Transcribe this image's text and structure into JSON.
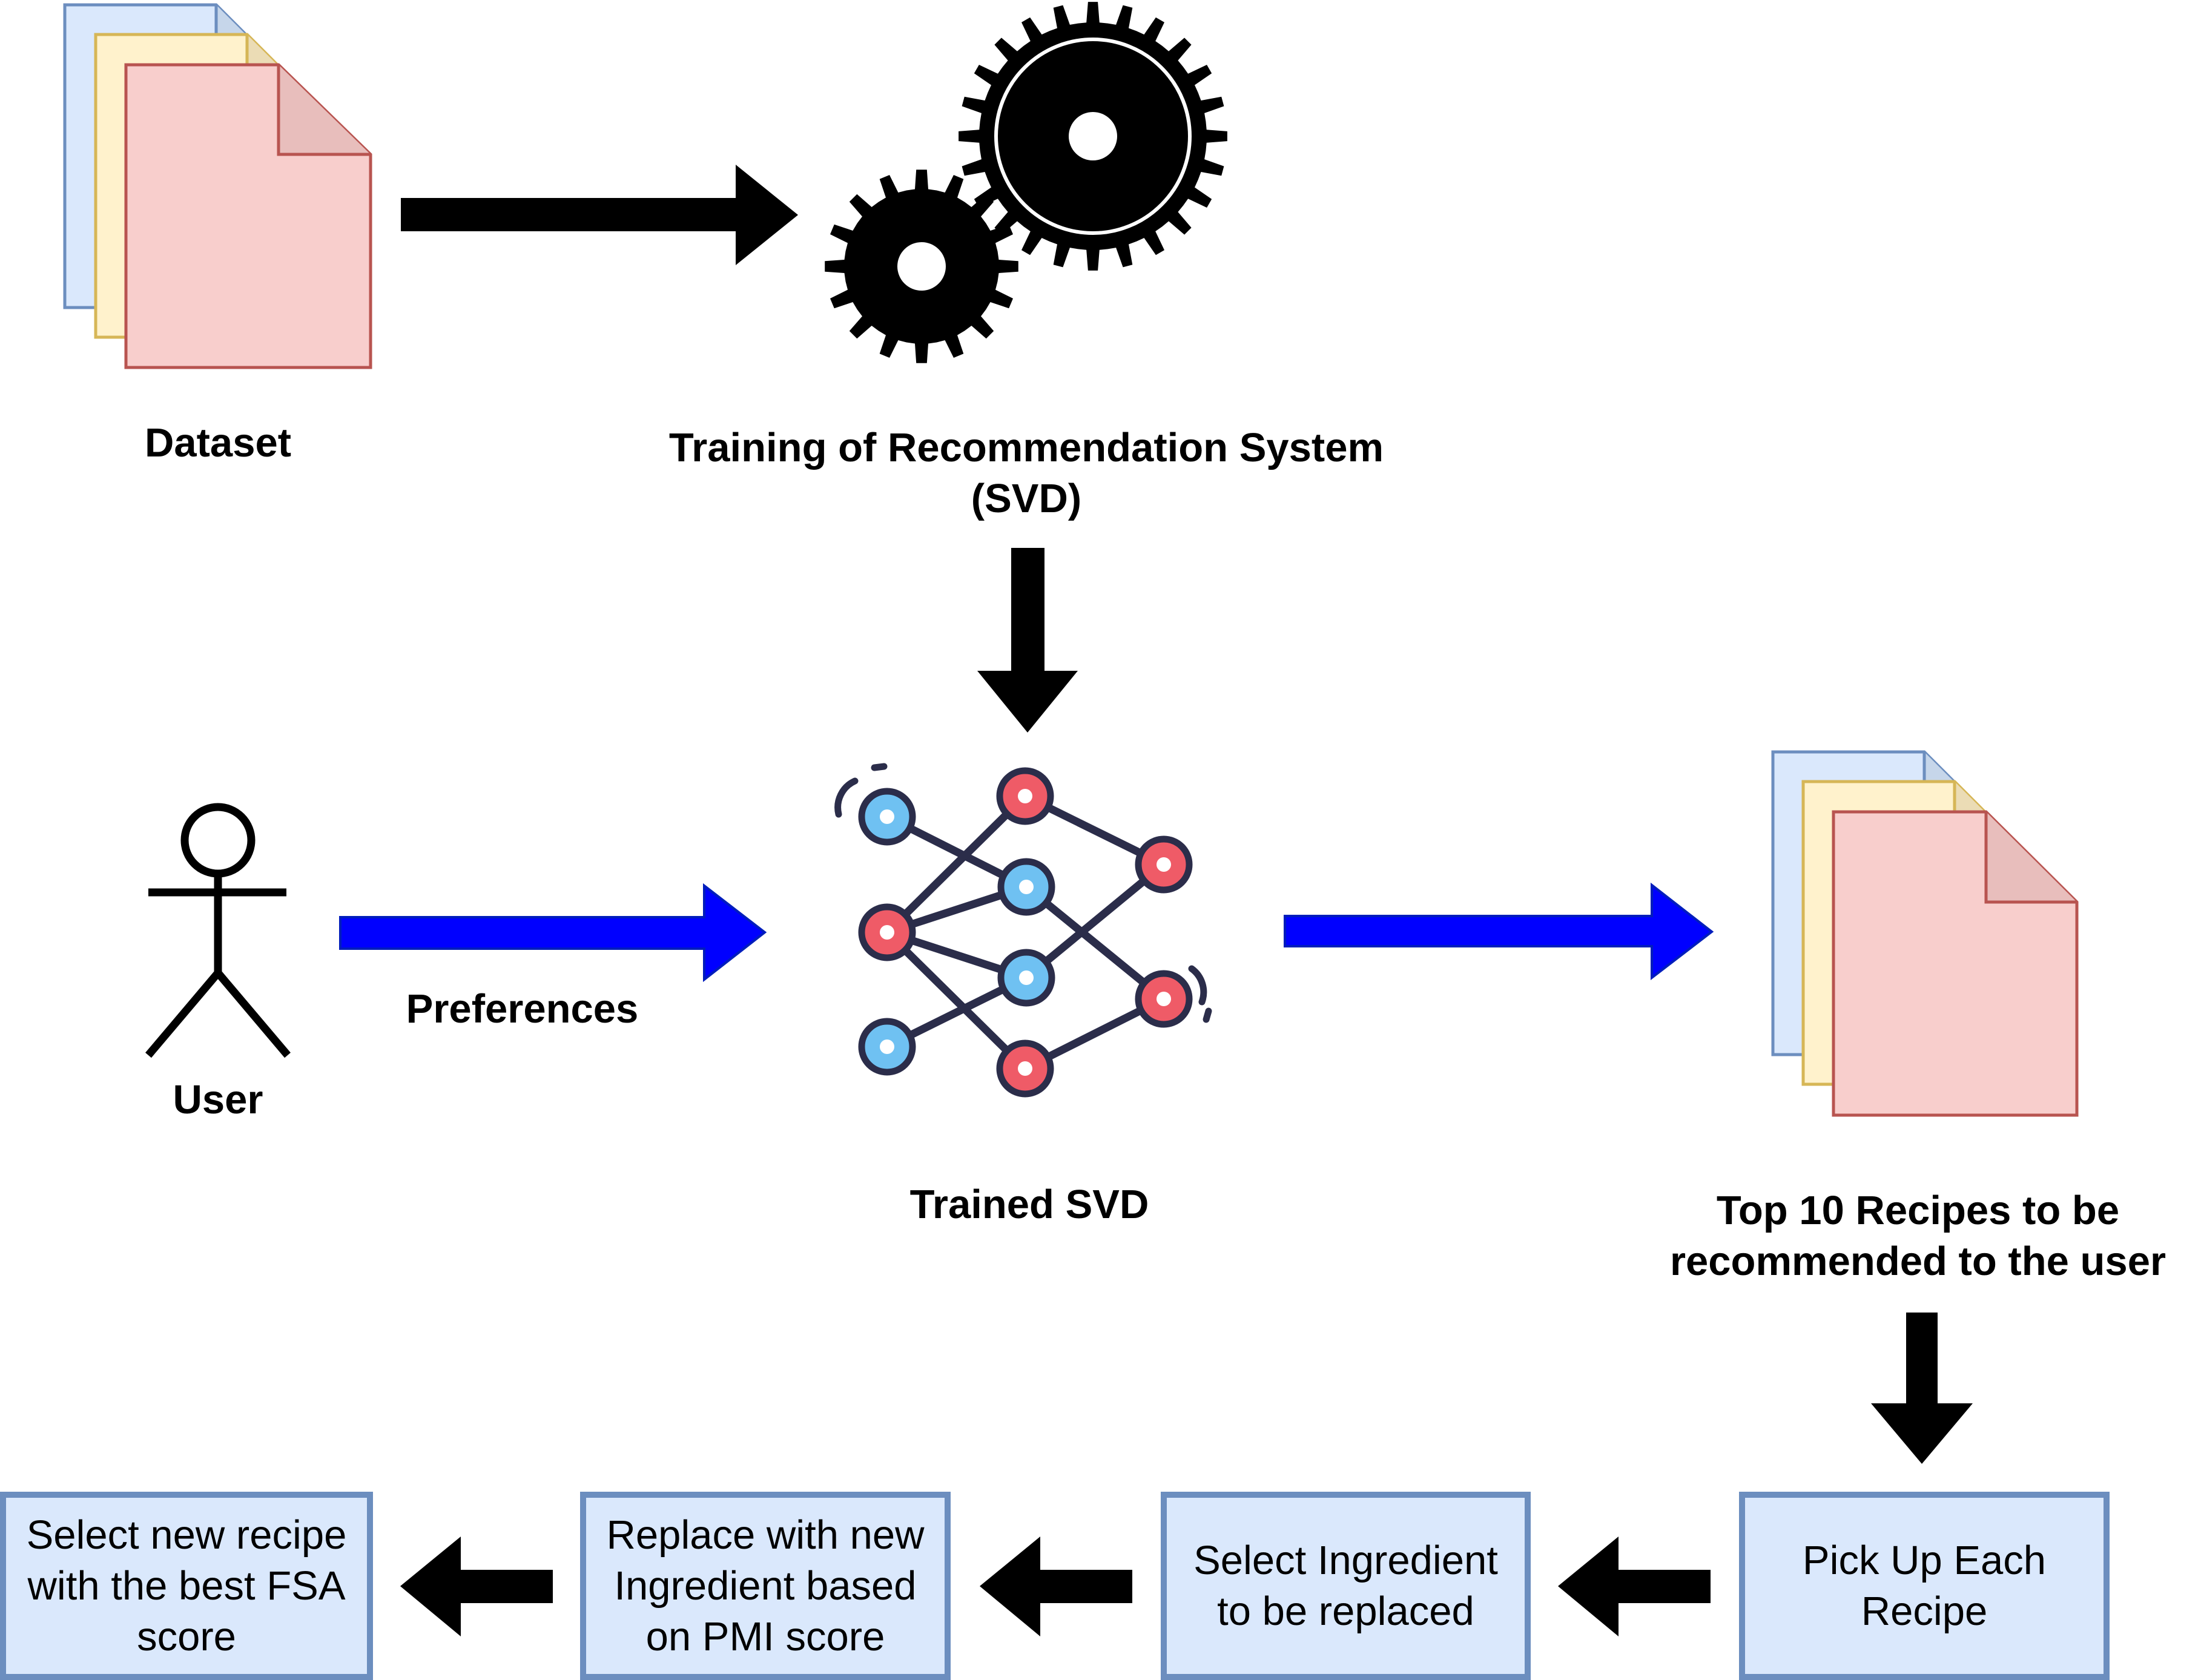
{
  "labels": {
    "dataset": "Dataset",
    "training_line1": "Training of Recommendation System",
    "training_line2": "(SVD)",
    "user": "User",
    "preferences": "Preferences",
    "trained_svd": "Trained SVD",
    "top10_line1": "Top 10 Recipes to be",
    "top10_line2": "recommended to the user"
  },
  "steps": {
    "pick_up": {
      "line1": "Pick Up Each",
      "line2": "Recipe"
    },
    "select_ingredient": {
      "line1": "Select Ingredient",
      "line2": "to be replaced"
    },
    "replace": {
      "line1": "Replace with new",
      "line2": "Ingredient based",
      "line3": "on PMI score"
    },
    "select_recipe": {
      "line1": "Select new recipe",
      "line2": "with the best FSA",
      "line3": "score"
    }
  },
  "colors": {
    "doc_blue_fill": "#dae8fc",
    "doc_blue_stroke": "#6c8ebf",
    "doc_yellow_fill": "#fff2cc",
    "doc_yellow_stroke": "#d6b656",
    "doc_red_fill": "#f8cecc",
    "doc_red_stroke": "#b85450",
    "flow_arrow": "#000000",
    "preference_arrow": "#0000ff",
    "node_blue": "#6fc1f2",
    "node_red": "#ef5b67",
    "network_edge": "#2b2d4a"
  },
  "icons": [
    "documents-icon",
    "gears-icon",
    "user-stick-figure-icon",
    "neural-network-icon"
  ]
}
